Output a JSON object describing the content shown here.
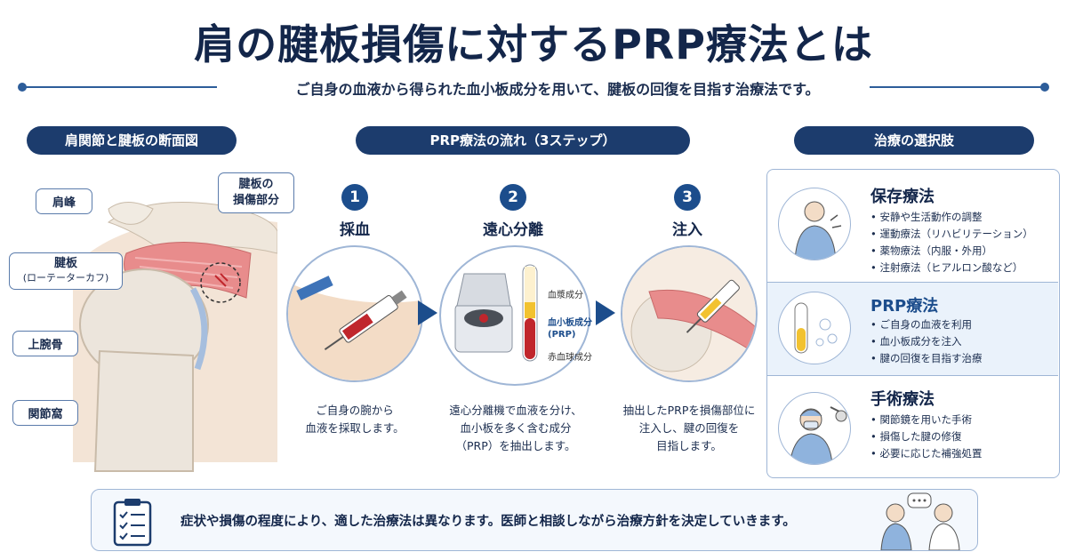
{
  "title": "肩の腱板損傷に対するPRP療法とは",
  "subtitle": "ご自身の血液から得られた血小板成分を用いて、腱板の回復を目指す治療法です。",
  "sections": {
    "anatomy": "肩関節と腱板の断面図",
    "flow": "PRP療法の流れ（3ステップ）",
    "options": "治療の選択肢"
  },
  "anatomy_labels": {
    "acromion": "肩峰",
    "cuff_1": "腱板",
    "cuff_2": "(ローテーターカフ)",
    "humerus": "上腕骨",
    "glenoid": "関節窩",
    "injury_1": "腱板の",
    "injury_2": "損傷部分"
  },
  "steps": [
    {
      "num": "1",
      "label": "採血",
      "desc": "ご自身の腕から\n血液を採取します。"
    },
    {
      "num": "2",
      "label": "遠心分離",
      "desc": "遠心分離機で血液を分け、\n血小板を多く含む成分\n（PRP）を抽出します。"
    },
    {
      "num": "3",
      "label": "注入",
      "desc": "抽出したPRPを損傷部位に\n注入し、腱の回復を\n目指します。"
    }
  ],
  "tube_labels": {
    "plasma": "血漿成分",
    "prp_1": "血小板成分",
    "prp_2": "(PRP)",
    "rbc": "赤血球成分"
  },
  "treatments": [
    {
      "title": "保存療法",
      "items": [
        "安静や生活動作の調整",
        "運動療法（リハビリテーション）",
        "薬物療法（内服・外用）",
        "注射療法（ヒアルロン酸など）"
      ]
    },
    {
      "title": "PRP療法",
      "items": [
        "ご自身の血液を利用",
        "血小板成分を注入",
        "腱の回復を目指す治療"
      ]
    },
    {
      "title": "手術療法",
      "items": [
        "関節鏡を用いた手術",
        "損傷した腱の修復",
        "必要に応じた補強処置"
      ]
    }
  ],
  "note": "症状や損傷の程度により、適した治療法は異なります。医師と相談しながら治療方針を決定していきます。",
  "colors": {
    "navy": "#1c3c6d",
    "accent": "#1c4d8c",
    "muscle": "#e88c8c",
    "blood": "#c0262c",
    "prp": "#f2c230"
  }
}
